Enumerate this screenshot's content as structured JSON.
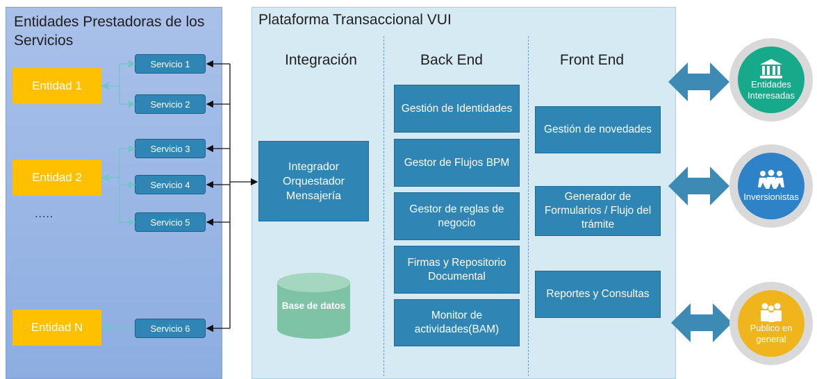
{
  "left_panel": {
    "title": "Entidades Prestadoras de los Servicios",
    "entities": [
      "Entidad  1",
      "Entidad  2",
      "Entidad  N"
    ],
    "ellipsis": ".....",
    "services": [
      "Servicio 1",
      "Servicio 2",
      "Servicio 3",
      "Servicio 4",
      "Servicio 5",
      "Servicio 6"
    ]
  },
  "platform": {
    "title": "Plataforma Transaccional VUI",
    "columns": [
      "Integración",
      "Back End",
      "Front End"
    ],
    "integration": {
      "box": "Integrador Orquestador Mensajería",
      "database": "Base de datos"
    },
    "back_end": [
      "Gestión de Identidades",
      "Gestor de Flujos BPM",
      "Gestor de reglas de negocio",
      "Firmas y Repositorio Documental",
      "Monitor de actividades(BAM)"
    ],
    "front_end": [
      "Gestión de novedades",
      "Generador de Formularios / Flujo del trámite",
      "Reportes y Consultas"
    ]
  },
  "stakeholders": [
    {
      "label": "Entidades Interesadas",
      "color": "#16a98a",
      "icon": "bank-icon"
    },
    {
      "label": "Inversionistas",
      "color": "#2e82c8",
      "icon": "people-group-icon"
    },
    {
      "label": "Publico en general",
      "color": "#f0b41c",
      "icon": "user-group-icon"
    }
  ],
  "colors": {
    "entity": "#ffc000",
    "service": "#2f86b4",
    "left_panel": "#98b6e4",
    "platform_panel": "#d6eaf4",
    "database": "#7fc3a6",
    "arrow": "#3d8ab4"
  }
}
